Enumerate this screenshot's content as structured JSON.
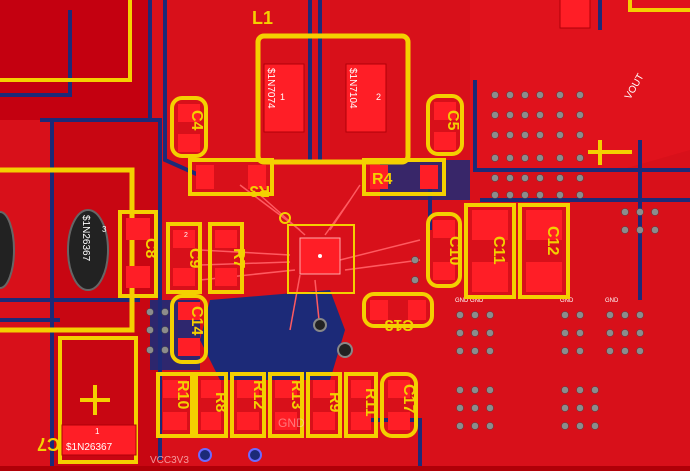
{
  "board": {
    "colors": {
      "copper_top": "#e8101a",
      "copper_dark": "#b5000c",
      "copper_bottom": "#1c2a78",
      "silkscreen": "#f4d000",
      "pad": "#ff1e26",
      "via": "#8c8c8c"
    },
    "references": {
      "l1": "L1",
      "r3": "R3",
      "r4": "R4",
      "r7": "R7",
      "r8": "R8",
      "r9": "R9",
      "r10": "R10",
      "r11": "R11",
      "r12": "R12",
      "r13": "R13",
      "c4": "C4",
      "c5": "C5",
      "c7": "C7",
      "c8": "C8",
      "c9": "C9",
      "c10": "C10",
      "c11": "C11",
      "c12": "C12",
      "c13": "C13",
      "c14": "C14",
      "c17": "C17"
    },
    "nets": {
      "n1": "$1N7074",
      "n2": "$1N7104",
      "n3": "$1N26367",
      "n4": "$1N26367",
      "vout": "VOUT",
      "gnd": "GND"
    },
    "pads": {
      "one": "1",
      "two": "2",
      "three": "3"
    },
    "bottom_text": "VCC3V3"
  }
}
